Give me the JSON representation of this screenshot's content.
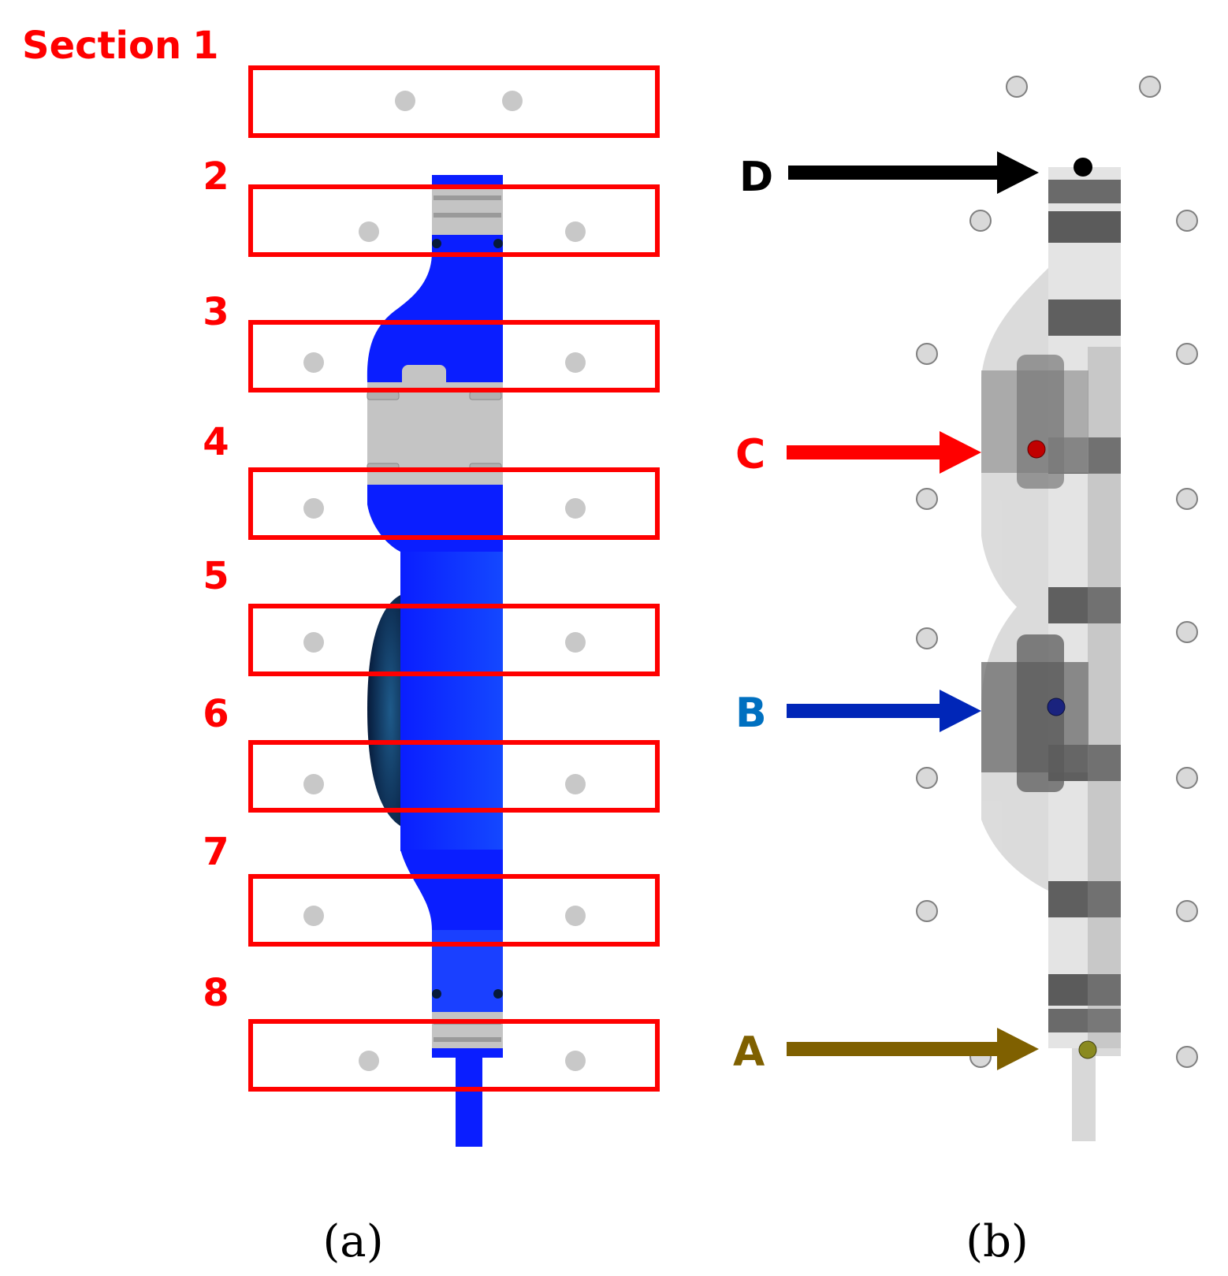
{
  "panel_a": {
    "section_word": "Section",
    "section_labels": [
      "1",
      "2",
      "3",
      "4",
      "5",
      "6",
      "7",
      "8"
    ],
    "caption": "(a)"
  },
  "panel_b": {
    "points": [
      {
        "label": "D",
        "color": "#000000"
      },
      {
        "label": "C",
        "color": "#ff0000"
      },
      {
        "label": "B",
        "color": "#0070c0"
      },
      {
        "label": "A",
        "color": "#7f6000"
      }
    ],
    "caption": "(b)"
  },
  "colors": {
    "section_box": "#ff0000",
    "sensor_dot": "#c8c8c8",
    "part_blue": "#0a1eff",
    "part_grey": "#c4c4c4",
    "arrow_d": "#000000",
    "arrow_c": "#ff0000",
    "arrow_b": "#0026b8",
    "arrow_a": "#7f6000"
  }
}
